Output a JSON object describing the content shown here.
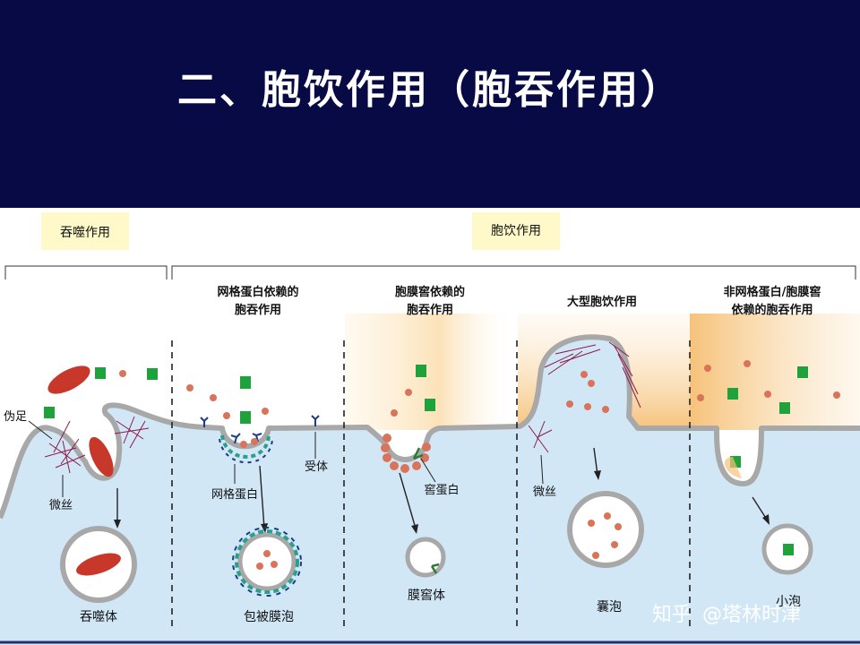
{
  "title": "二、胞饮作用（胞吞作用）",
  "categories": {
    "phagocytosis": "吞噬作用",
    "pinocytosis": "胞饮作用"
  },
  "column_headers": [
    "网格蛋白依赖的",
    "胞吞作用",
    "胞膜窖依赖的",
    "胞吞作用",
    "大型胞饮作用",
    "非网格蛋白/胞膜窖",
    "依赖的胞吞作用"
  ],
  "labels": {
    "pseudopod": "伪足",
    "microfilament_1": "微丝",
    "phagosome": "吞噬体",
    "clathrin": "网格蛋白",
    "receptor": "受体",
    "coated_vesicle": "包被膜泡",
    "caveolin": "窖蛋白",
    "caveosome": "膜窖体",
    "microfilament_2": "微丝",
    "macropinosome": "囊泡",
    "vesicle_5": "小泡"
  },
  "watermark": {
    "site": "知乎",
    "author": "@塔林时津"
  },
  "colors": {
    "title_band": "#070a45",
    "label_box": "#fff8c8",
    "extracellular": "#ffffff",
    "cytoplasm": "#d2e7f6",
    "membrane": "#a8a8a8",
    "bacterium": "#c8382a",
    "particle_green": "#1fa23c",
    "particle_dot": "#d9735a",
    "clathrin": "#1a3a8c",
    "clathrin_teal": "#2aa08a",
    "caveolin": "#2b7a3a",
    "gradient_orange": "#f6c27a"
  }
}
